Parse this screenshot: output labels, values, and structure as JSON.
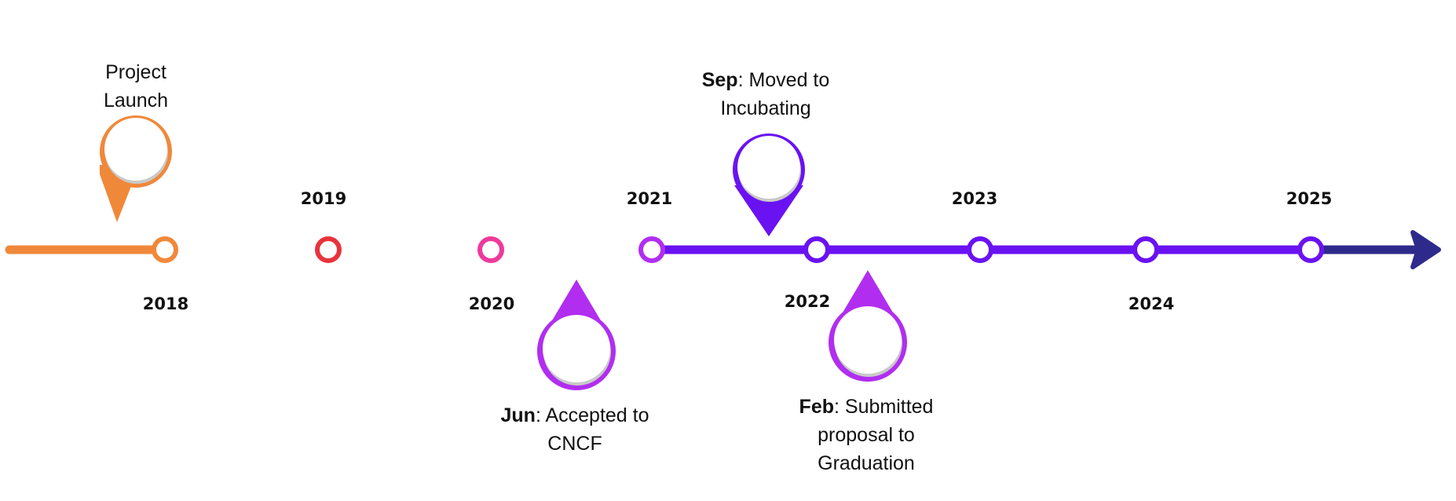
{
  "colors": {
    "orange": "#f0883a",
    "red": "#e8333c",
    "pink": "#ee3a9c",
    "magenta": "#b12ef0",
    "violet": "#6a12f2",
    "navy": "#2e2a8c"
  },
  "years": {
    "y2018": "2018",
    "y2019": "2019",
    "y2020": "2020",
    "y2021": "2021",
    "y2022": "2022",
    "y2023": "2023",
    "y2024": "2024",
    "y2025": "2025"
  },
  "events": {
    "launch": {
      "line1": "Project",
      "line2": "Launch"
    },
    "cncf": {
      "month": "Jun",
      "text1": ": Accepted to",
      "text2": "CNCF"
    },
    "incubating": {
      "month": "Sep",
      "text1": ": Moved to",
      "text2": "Incubating"
    },
    "graduation": {
      "month": "Feb",
      "text1": ": Submitted",
      "text2": "proposal to",
      "text3": "Graduation"
    }
  }
}
